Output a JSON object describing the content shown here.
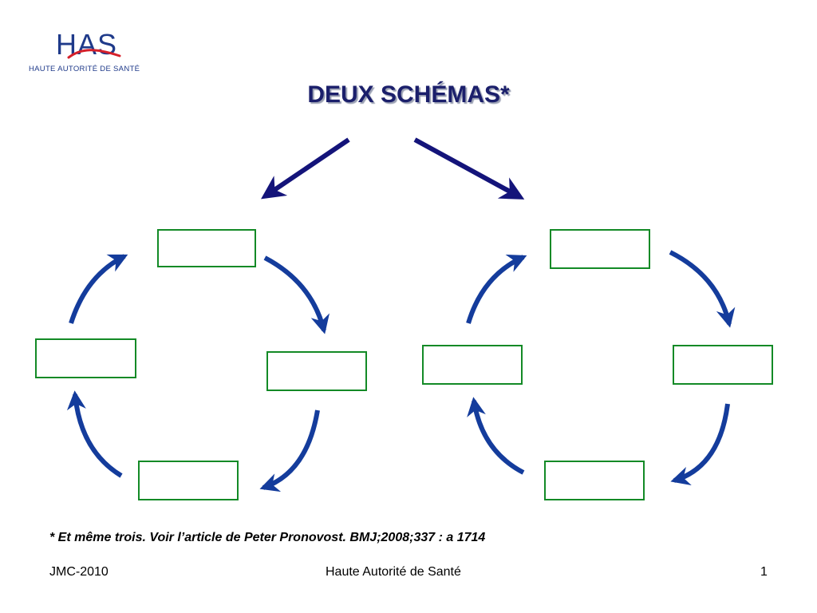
{
  "logo": {
    "letters": "HAS",
    "subtitle": "HAUTE AUTORITÉ DE SANTÉ",
    "colors": {
      "blue": "#1f3a8a",
      "red": "#d6202a"
    }
  },
  "title": "DEUX SCHÉMAS*",
  "footnote": "* Et même trois. Voir l’article de Peter Pronovost. BMJ;2008;337 : a 1714",
  "footer": {
    "left": "JMC-2010",
    "center": "Haute Autorité de Santé",
    "right": "1"
  },
  "colors": {
    "box_border": "#138a26",
    "arrow_blue": "#143c9c",
    "top_arrow": "#14147a",
    "title_color": "#1b1f6b"
  },
  "schemas": [
    {
      "boxes": [
        "",
        "",
        "",
        ""
      ]
    },
    {
      "boxes": [
        "",
        "",
        "",
        ""
      ]
    }
  ]
}
